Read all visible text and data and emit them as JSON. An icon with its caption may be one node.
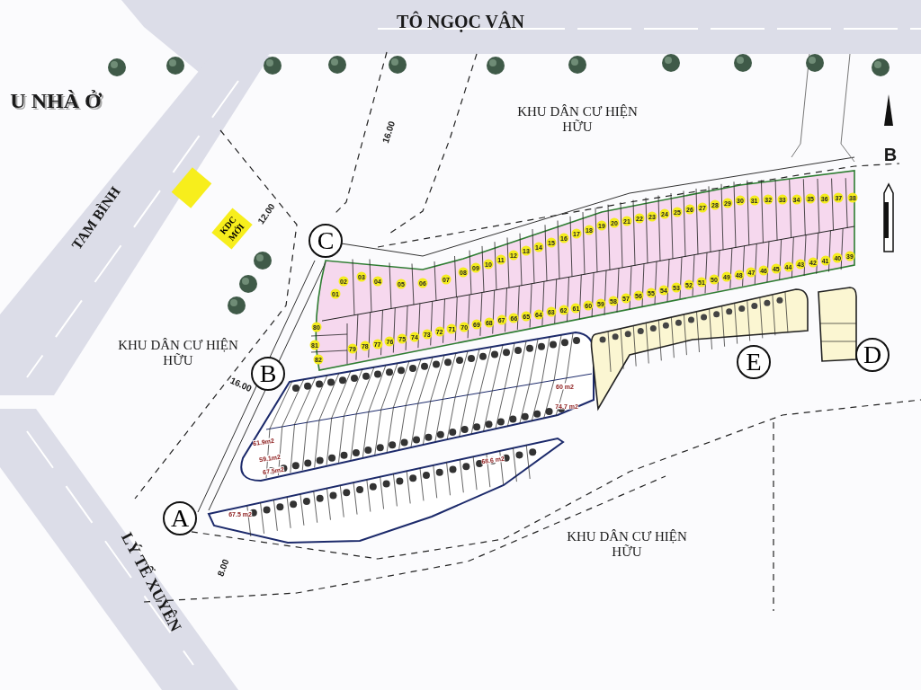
{
  "diagram": {
    "nodes": [
      {
        "text": [],
        "shape": "box"
      },
      {
        "text": [
          "KDC MỚI"
        ]
      },
      {
        "text": [
          "C"
        ]
      },
      {
        "text": [
          "B"
        ]
      },
      {
        "text": [
          "A"
        ]
      },
      {
        "text": [
          "E"
        ]
      },
      {
        "text": [
          "D"
        ]
      }
    ],
    "labels": [
      "TÔ NGỌC VÂN",
      "U NHÀ Ở",
      "KHU DÂN CƯ HIỆN HỮU",
      "16.00",
      "B",
      "TAM BÌNH",
      "12.00",
      "01",
      "02",
      "03",
      "04",
      "05",
      "06",
      "07",
      "08",
      "09",
      "10",
      "11",
      "12",
      "13",
      "14",
      "15",
      "16",
      "17",
      "18",
      "19",
      "20",
      "21",
      "22",
      "23",
      "24",
      "25",
      "26",
      "27",
      "28",
      "29",
      "30",
      "31",
      "32",
      "33",
      "34",
      "35",
      "36",
      "37",
      "38",
      "39",
      "40",
      "41",
      "42",
      "43",
      "44",
      "45",
      "46",
      "47",
      "48",
      "49",
      "50",
      "51",
      "52",
      "53",
      "54",
      "55",
      "56",
      "57",
      "58",
      "59",
      "60",
      "61",
      "62",
      "63",
      "64",
      "65",
      "66",
      "67",
      "68",
      "69",
      "70",
      "71",
      "72",
      "73",
      "74",
      "75",
      "76",
      "77",
      "78",
      "79",
      "80",
      "81",
      "82",
      "KHU DÂN CƯ HIỆN HỮU",
      "16.00",
      "60 m2",
      "74.7 m2",
      "61.9m2",
      "59.1m2",
      "67.5m2",
      "68.6 m2",
      "67.5 m2",
      "KHU DÂN CƯ HIỆN HỮU",
      "8.00",
      "LÝ TẾ XUYÊN"
    ]
  }
}
